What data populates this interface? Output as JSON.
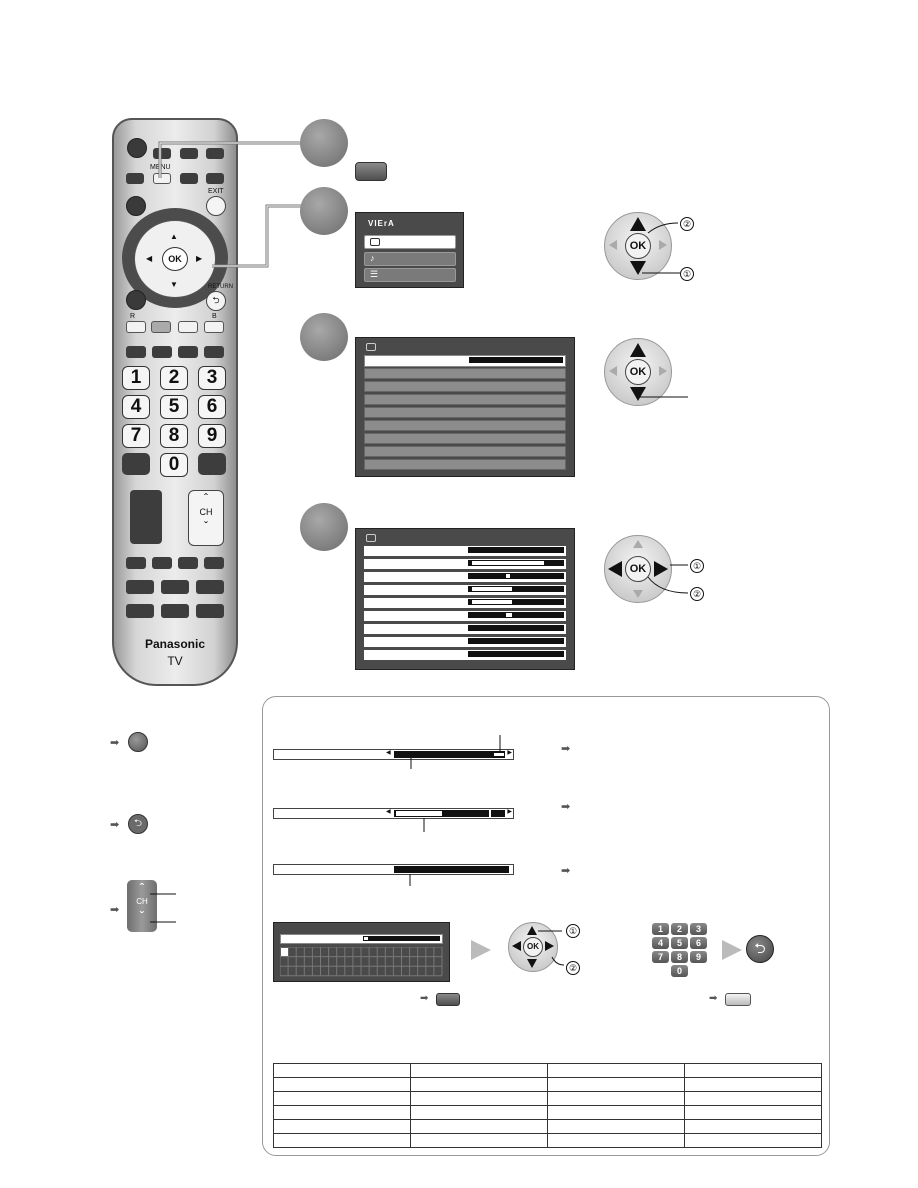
{
  "remote": {
    "menu_label": "MENU",
    "exit_label": "EXIT",
    "return_label": "RETURN",
    "ok_label": "OK",
    "red_label": "R",
    "blue_label": "B",
    "ch_label": "CH",
    "brand": "Panasonic",
    "model": "TV",
    "digits": [
      "1",
      "2",
      "3",
      "4",
      "5",
      "6",
      "7",
      "8",
      "9",
      "0"
    ]
  },
  "menu_screen": {
    "logo": "VIErA"
  },
  "keypad": {
    "digits": [
      "1",
      "2",
      "3",
      "4",
      "5",
      "6",
      "7",
      "8",
      "9",
      "0"
    ]
  },
  "navpad": {
    "ok_label": "OK",
    "marker_1": "①",
    "marker_2": "②"
  },
  "colors": {
    "step_circle": "#7a7a7a",
    "screen_bg": "#4a4a4a",
    "remote_body": "#d6d6d6"
  }
}
